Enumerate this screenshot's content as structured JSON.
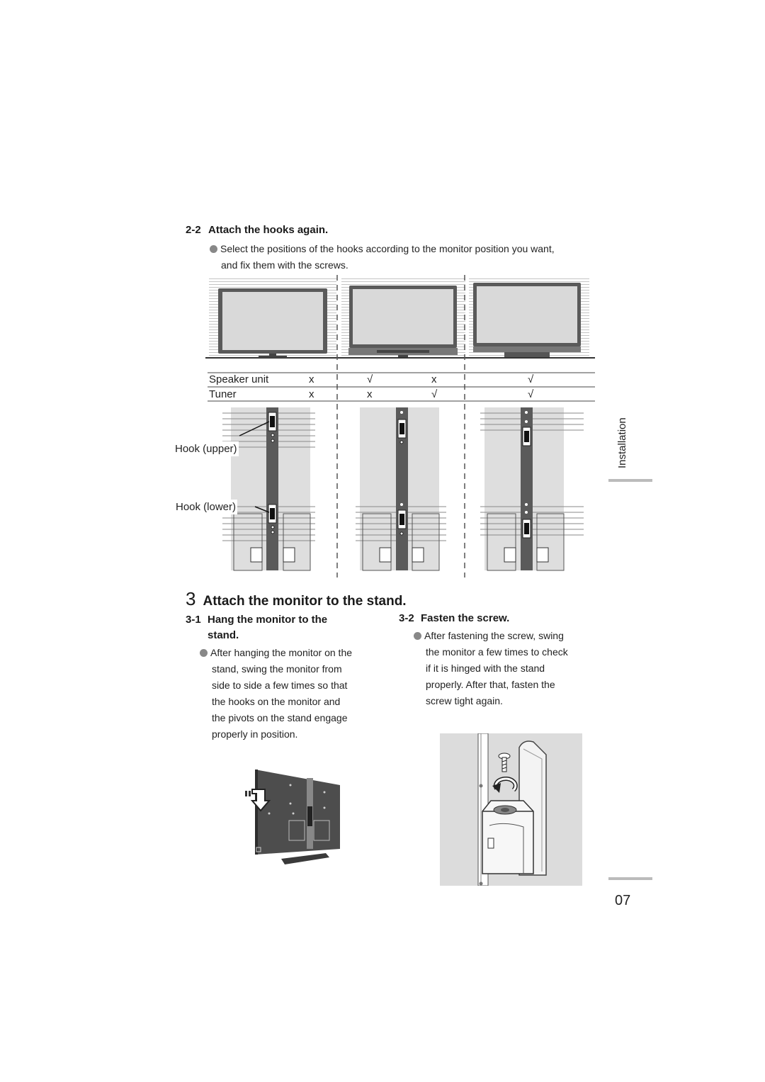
{
  "section_2_2": {
    "number": "2-2",
    "title": "Attach the hooks again.",
    "bullet_line1": "Select the positions of the hooks according to the monitor position you want,",
    "bullet_line2": "and fix them with the screws."
  },
  "hook_table": {
    "rows": [
      {
        "label": "Speaker unit",
        "marks": [
          "x",
          "√",
          "x",
          "√"
        ]
      },
      {
        "label": "Tuner",
        "marks": [
          "x",
          "x",
          "√",
          "√"
        ]
      }
    ]
  },
  "hook_labels": {
    "upper": "Hook (upper)",
    "lower": "Hook (lower)"
  },
  "section_3": {
    "number": "3",
    "title": "Attach the monitor to the stand."
  },
  "section_3_1": {
    "number": "3-1",
    "title_line1": "Hang the monitor to the",
    "title_line2": "stand.",
    "lines": [
      "After hanging the monitor on the",
      "stand, swing the monitor from",
      "side to side a few times so that",
      "the hooks on the monitor and",
      "the pivots on the stand engage",
      "properly in position."
    ]
  },
  "section_3_2": {
    "number": "3-2",
    "title": "Fasten the screw.",
    "lines": [
      "After fastening the screw, swing",
      "the monitor a few times to check",
      "if it is hinged with the stand",
      "properly. After that, fasten the",
      "screw tight again."
    ]
  },
  "side_tab": "Installation",
  "page_number": "07",
  "colors": {
    "panel_gray": "#dcdcdc",
    "bezel": "#4a4a4a",
    "screen": "#d9d9d9"
  }
}
